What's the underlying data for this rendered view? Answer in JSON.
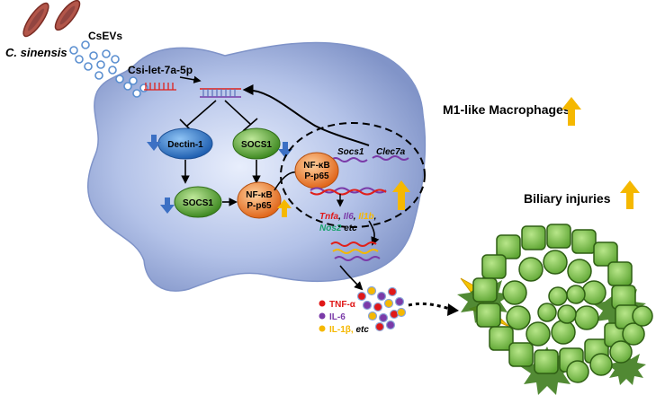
{
  "labels": {
    "parasite": "C. sinensis",
    "evs": "CsEVs",
    "mirna": "Csi-let-7a-5p",
    "dectin": "Dectin-1",
    "socs1_top": "SOCS1",
    "socs1_bottom": "SOCS1",
    "nfkb_nucleus_1": "NF-κB",
    "nfkb_nucleus_2": "P-p65",
    "nfkb_cyto_1": "NF-κB",
    "nfkb_cyto_2": "P-p65",
    "gene_socs1": "Socs1",
    "gene_clec7a": "Clec7a",
    "gene_tnfa": "Tnfa",
    "gene_il6": "Il6",
    "gene_il1b": "Il1b",
    "gene_nos2": "Nos2",
    "gene_etc": "etc",
    "m1_title": "M1-like  Macrophages",
    "biliary": "Biliary injuries",
    "legend_tnfa": "TNF-α",
    "legend_il6": "IL-6",
    "legend_il1b": "IL-1β,",
    "legend_etc": "etc"
  },
  "colors": {
    "cell_fill": "#a9b8e0",
    "cell_stroke": "#7f93c8",
    "dectin": "#2e78c8",
    "socs1": "#5aa83c",
    "nfkb": "#ee7a22",
    "up_arrow": "#f5b800",
    "down_arrow": "#3c70c4",
    "tnfa": "#e01818",
    "il6": "#7a3aa8",
    "il1b": "#f5b800",
    "nos2": "#1aa36e",
    "tissue": "#7cc248",
    "tissue_dark": "#3f7d1e",
    "lightning": "#f5c400"
  }
}
